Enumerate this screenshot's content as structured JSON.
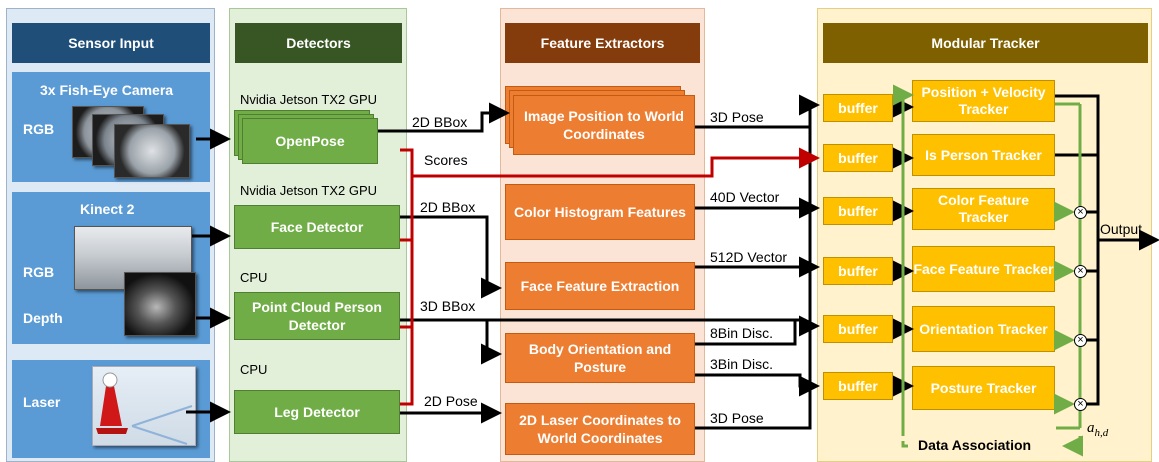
{
  "headers": {
    "sensor_input": "Sensor Input",
    "detectors": "Detectors",
    "feature_extractors": "Feature Extractors",
    "modular_tracker": "Modular Tracker"
  },
  "sensors": {
    "camera_title": "3x Fish-Eye Camera",
    "camera_rgb": "RGB",
    "kinect_title": "Kinect 2",
    "kinect_rgb": "RGB",
    "kinect_depth": "Depth",
    "laser": "Laser"
  },
  "detectors": {
    "openpose_hw": "Nvidia Jetson TX2 GPU",
    "openpose": "OpenPose",
    "face_hw": "Nvidia Jetson TX2 GPU",
    "face": "Face Detector",
    "pointcloud_hw": "CPU",
    "pointcloud": "Point Cloud Person Detector",
    "leg_hw": "CPU",
    "leg": "Leg Detector"
  },
  "extractors": {
    "image_position": "Image Position to World Coordinates",
    "color_histogram": "Color Histogram Features",
    "face_feature": "Face Feature Extraction",
    "body_orientation": "Body Orientation and Posture",
    "laser_coords": "2D Laser Coordinates to World Coordinates"
  },
  "edges": {
    "bbox_2d_top": "2D BBox",
    "scores": "Scores",
    "bbox_2d_face": "2D BBox",
    "bbox_3d": "3D BBox",
    "pose_2d": "2D Pose",
    "pose_3d_top": "3D Pose",
    "vector_40d": "40D Vector",
    "vector_512d": "512D Vector",
    "disc_8bin": "8Bin Disc.",
    "disc_3bin": "3Bin Disc.",
    "pose_3d_bottom": "3D Pose",
    "output": "Output"
  },
  "tracker": {
    "buffer_label": "buffer",
    "position_velocity": "Position + Velocity Tracker",
    "is_person": "Is Person Tracker",
    "color_feature": "Color Feature Tracker",
    "face_feature": "Face Feature Tracker",
    "orientation": "Orientation Tracker",
    "posture": "Posture Tracker",
    "data_association": "Data Association",
    "association_symbol": "a",
    "association_subscript": "h,d",
    "multiply_symbol": "×"
  },
  "colors": {
    "sensor_header": "#1f4e79",
    "detector_header": "#375623",
    "extractor_header": "#843c0c",
    "tracker_header": "#7f6000",
    "score_line": "#c00000",
    "association_line": "#70ad47"
  }
}
